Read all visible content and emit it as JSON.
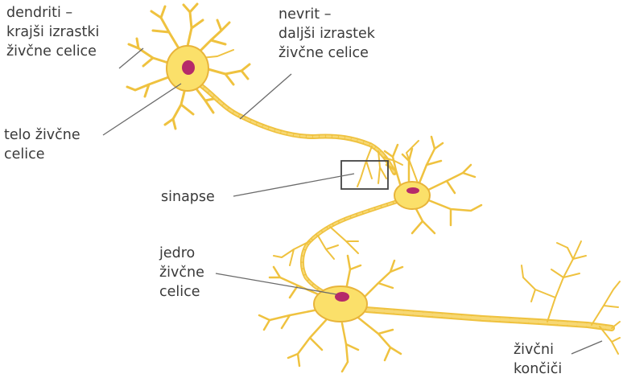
{
  "labels": {
    "dendriti": [
      "dendriti –",
      "krajši izrastki",
      "živčne celice"
    ],
    "nevrit": [
      "nevrit –",
      "daljši izrastek",
      "živčne celice"
    ],
    "telo": [
      "telo živčne",
      "celice"
    ],
    "sinapse": [
      "sinapse"
    ],
    "jedro": [
      "jedro",
      "živčne",
      "celice"
    ],
    "koncici": [
      "živčni",
      "končiči"
    ]
  },
  "colors": {
    "cell_body": "#fbe06a",
    "cell_edge": "#e8b43a",
    "branch": "#efc23f",
    "nucleus": "#b52a6a",
    "leader_line": "#6a6a6a",
    "text": "#3a3a3a",
    "synapse_box": "#444444"
  }
}
